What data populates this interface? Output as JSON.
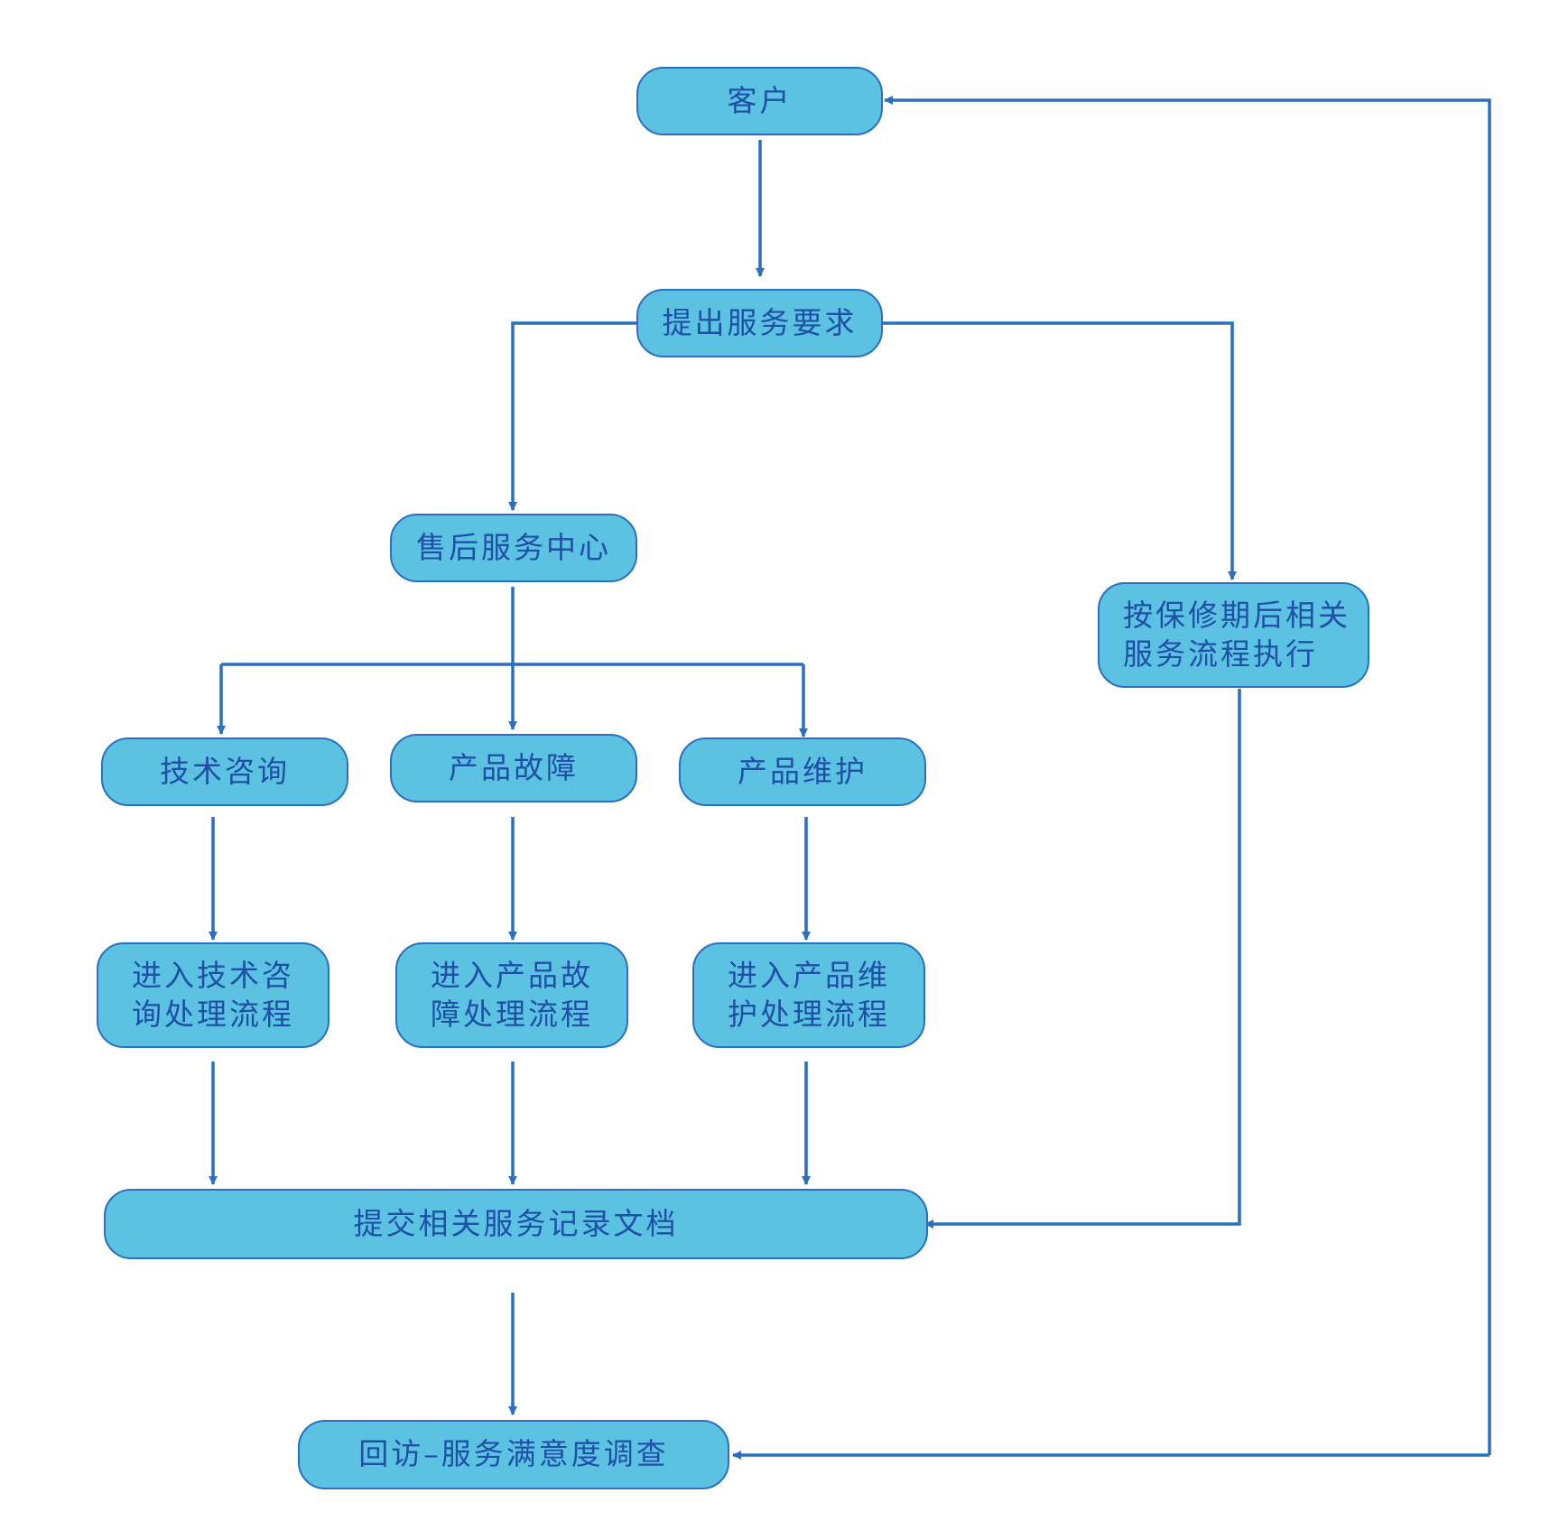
{
  "colors": {
    "node_fill": "#5bc3e1",
    "node_border": "#2a6fc0",
    "text": "#1f4fa6",
    "connector": "#2a6fc0"
  },
  "nodes": {
    "customer": {
      "lines": [
        "客户"
      ]
    },
    "service_request": {
      "lines": [
        "提出服务要求"
      ]
    },
    "after_sales_center": {
      "lines": [
        "售后服务中心"
      ]
    },
    "post_warranty": {
      "lines": [
        "按保修期后相关",
        "服务流程执行"
      ]
    },
    "tech_consult": {
      "lines": [
        "技术咨询"
      ]
    },
    "product_fault": {
      "lines": [
        "产品故障"
      ]
    },
    "product_maintenance": {
      "lines": [
        "产品维护"
      ]
    },
    "tech_consult_process": {
      "lines": [
        "进入技术咨",
        "询处理流程"
      ]
    },
    "product_fault_process": {
      "lines": [
        "进入产品故",
        "障处理流程"
      ]
    },
    "product_maintenance_process": {
      "lines": [
        "进入产品维",
        "护处理流程"
      ]
    },
    "submit_records": {
      "lines": [
        "提交相关服务记录文档"
      ]
    },
    "follow_up_survey": {
      "lines": [
        "回访–服务满意度调查"
      ]
    }
  }
}
